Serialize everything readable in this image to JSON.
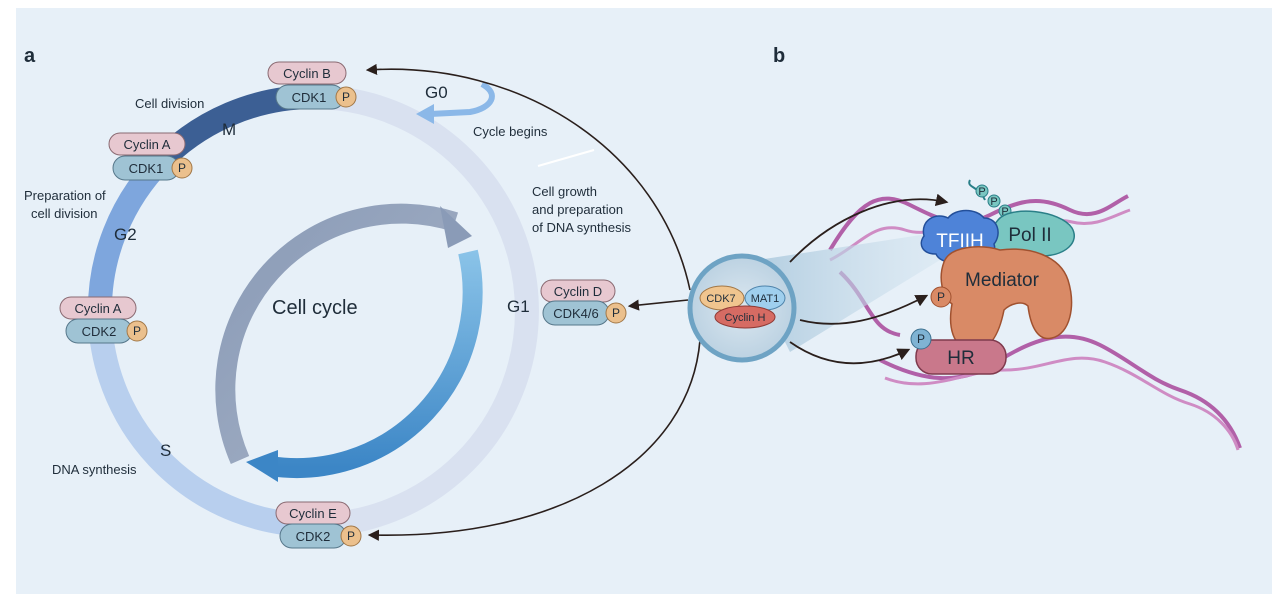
{
  "panels": {
    "a": "a",
    "b": "b"
  },
  "cycle": {
    "center_title": "Cell cycle",
    "phases": {
      "m": "M",
      "g2": "G2",
      "s": "S",
      "g1": "G1",
      "g0": "G0"
    },
    "annotations": {
      "cell_division": "Cell division",
      "prep_line1": "Preparation of",
      "prep_line2": "cell division",
      "dna_synthesis": "DNA synthesis",
      "cycle_begins": "Cycle begins",
      "growth_line1": "Cell growth",
      "growth_line2": "and preparation",
      "growth_line3": "of DNA synthesis"
    },
    "complexes": {
      "m": {
        "cyclin": "Cyclin B",
        "cdk": "CDK1",
        "p": "P"
      },
      "g2m": {
        "cyclin": "Cyclin A",
        "cdk": "CDK1",
        "p": "P"
      },
      "s_g2": {
        "cyclin": "Cyclin A",
        "cdk": "CDK2",
        "p": "P"
      },
      "g1s": {
        "cyclin": "Cyclin E",
        "cdk": "CDK2",
        "p": "P"
      },
      "g1": {
        "cyclin": "Cyclin D",
        "cdk": "CDK4/6",
        "p": "P"
      }
    }
  },
  "cak": {
    "cdk7": "CDK7",
    "mat1": "MAT1",
    "cyclin_h": "Cyclin H"
  },
  "transcription": {
    "tfiih": "TFIIH",
    "pol2": "Pol II",
    "mediator": "Mediator",
    "hr": "HR",
    "p": "P"
  },
  "colors": {
    "background": "#e7f0f8",
    "m_phase": "#3c5f94",
    "g2_phase": "#7ea6dd",
    "s_phase": "#b8cfee",
    "g1_phase": "#d9e1f0",
    "cyclin": "#e7c8d0",
    "cdk": "#9fc3d4",
    "phospho": "#ebc08d",
    "dna": "#b160a8",
    "tfiih": "#4e83d8",
    "pol2": "#79c6c1",
    "mediator": "#d98a66",
    "hr": "#c9788b"
  }
}
